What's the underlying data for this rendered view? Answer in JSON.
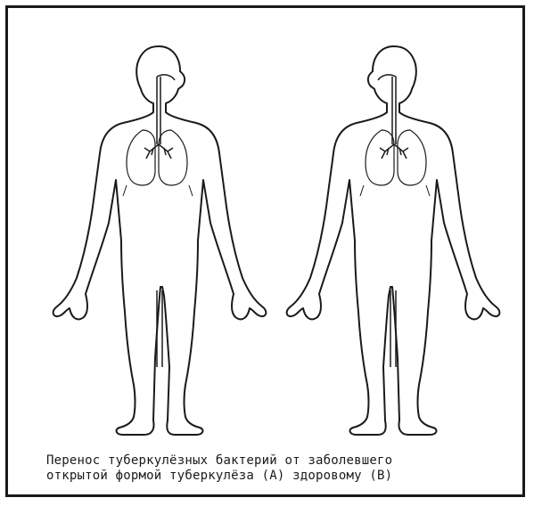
{
  "caption": {
    "line1": "Перенос туберкулёзных бактерий от заболевшего",
    "line2": "открытой формой туберкулёза (А) здоровому (В)"
  },
  "figures": [
    {
      "id": "A",
      "facing": "right"
    },
    {
      "id": "B",
      "facing": "left"
    }
  ],
  "colors": {
    "line": "#1a1a1a",
    "border": "#1a1a1a",
    "background": "#ffffff"
  }
}
